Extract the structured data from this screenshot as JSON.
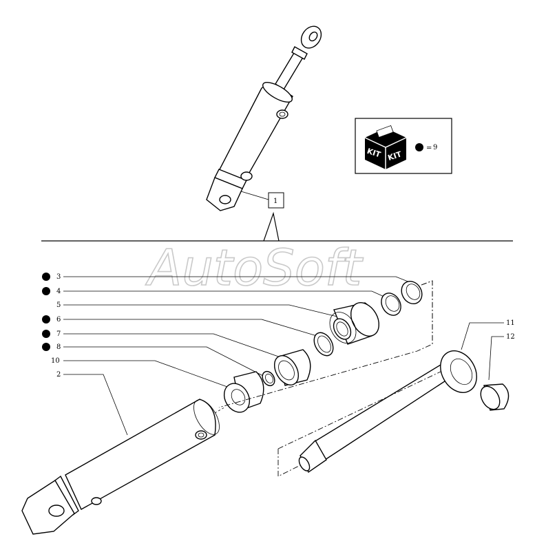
{
  "assembly_ref": "1",
  "kit": {
    "label_left": "KIT",
    "label_right": "KIT",
    "equals": "=",
    "ref": "9"
  },
  "watermark": "AutoSoft",
  "callouts": [
    {
      "id": "3",
      "kit": true
    },
    {
      "id": "4",
      "kit": true
    },
    {
      "id": "5",
      "kit": false
    },
    {
      "id": "6",
      "kit": true
    },
    {
      "id": "7",
      "kit": true
    },
    {
      "id": "8",
      "kit": true
    },
    {
      "id": "10",
      "kit": false
    },
    {
      "id": "2",
      "kit": false
    },
    {
      "id": "11",
      "kit": false
    },
    {
      "id": "12",
      "kit": false
    }
  ]
}
